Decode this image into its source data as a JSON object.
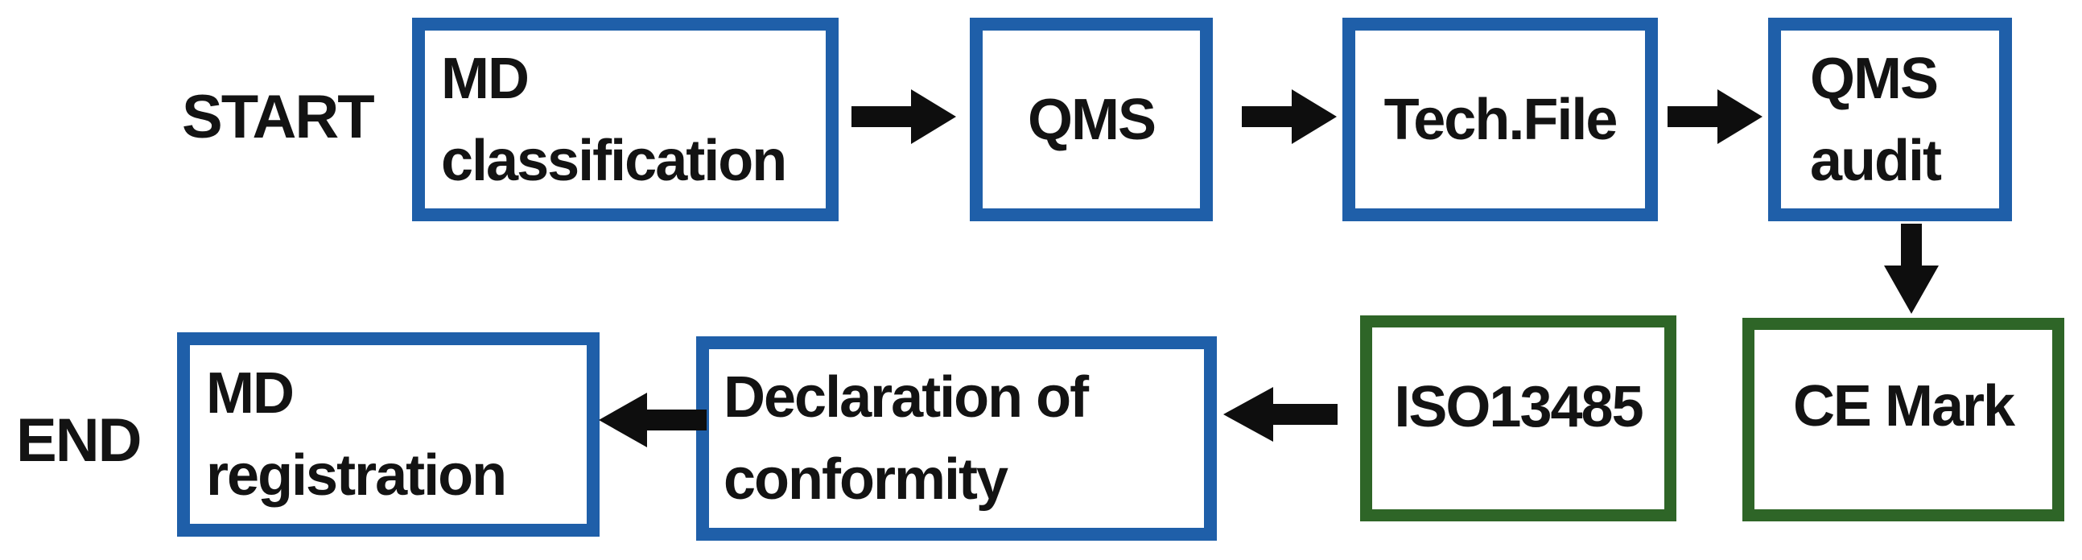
{
  "colors": {
    "box_blue": "#1f5fa9",
    "box_green": "#2e6527",
    "arrow": "#0e0e0e",
    "text": "#131313",
    "background": "#ffffff"
  },
  "diagram": {
    "start_label": "START",
    "end_label": "END",
    "nodes": {
      "md_classification": {
        "label": "MD classification",
        "lines": [
          "MD",
          "classification"
        ],
        "border_color": "blue"
      },
      "qms": {
        "label": "QMS",
        "lines": [
          "QMS"
        ],
        "border_color": "blue"
      },
      "tech_file": {
        "label": "Tech.File",
        "lines": [
          "Tech.File"
        ],
        "border_color": "blue"
      },
      "qms_audit": {
        "label": "QMS audit",
        "lines": [
          "QMS",
          "audit"
        ],
        "border_color": "blue"
      },
      "ce_mark": {
        "label": "CE Mark",
        "lines": [
          "CE Mark"
        ],
        "border_color": "green"
      },
      "iso13485": {
        "label": "ISO13485",
        "lines": [
          "ISO13485"
        ],
        "border_color": "green"
      },
      "declaration_of_conformity": {
        "label": "Declaration of conformity",
        "lines": [
          "Declaration of",
          "conformity"
        ],
        "border_color": "blue"
      },
      "md_registration": {
        "label": "MD registration",
        "lines": [
          "MD",
          "registration"
        ],
        "border_color": "blue"
      }
    },
    "arrows": [
      {
        "from": "MD classification",
        "to": "QMS",
        "direction": "right"
      },
      {
        "from": "QMS",
        "to": "Tech.File",
        "direction": "right"
      },
      {
        "from": "Tech.File",
        "to": "QMS audit",
        "direction": "right"
      },
      {
        "from": "QMS audit",
        "to": "CE Mark",
        "direction": "down"
      },
      {
        "from": "ISO13485",
        "to": "Declaration of conformity",
        "direction": "left"
      },
      {
        "from": "Declaration of conformity",
        "to": "MD registration",
        "direction": "left"
      }
    ]
  }
}
